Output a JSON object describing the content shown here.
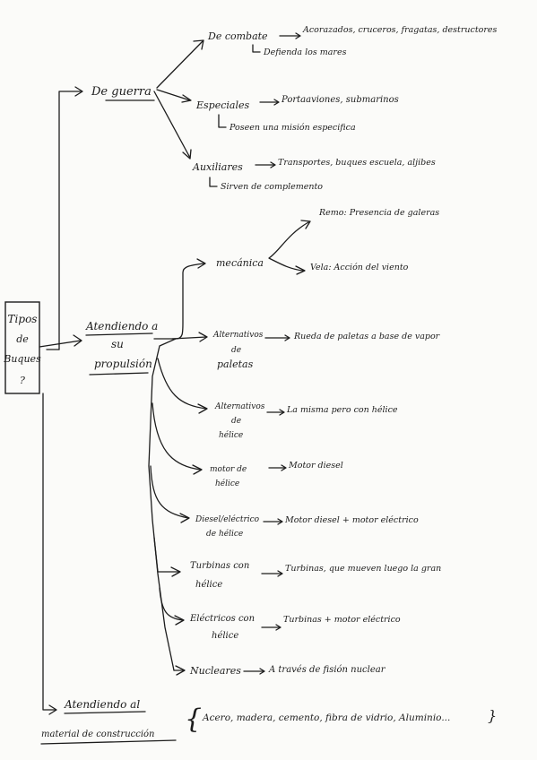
{
  "root": {
    "lines": [
      "Tipos",
      "de",
      "Buques",
      "?"
    ]
  },
  "branches": [
    {
      "label_lines": [
        "De guerra"
      ],
      "children": [
        {
          "label": "De combate",
          "detail": "Acorazados, cruceros, fragatas, destructores",
          "note": "Defienda los mares"
        },
        {
          "label": "Especiales",
          "detail": "Portaaviones, submarinos",
          "note": "Poseen una misión especifica"
        },
        {
          "label": "Auxiliares",
          "detail": "Transportes, buques escuela, aljibes",
          "note": "Sirven de complemento"
        }
      ]
    },
    {
      "label_lines": [
        "Atendiendo a",
        "su",
        "propulsión"
      ],
      "mecanica": {
        "label": "mecánica",
        "items": [
          "Remo: Presencia de galeras",
          "Vela: Acción del viento"
        ]
      },
      "children": [
        {
          "label_lines": [
            "Alternativos",
            "de",
            "paletas"
          ],
          "detail": "Rueda de paletas a base de vapor"
        },
        {
          "label_lines": [
            "Alternativos",
            "de",
            "hélice"
          ],
          "detail": "La misma pero con hélice"
        },
        {
          "label_lines": [
            "motor de",
            "hélice"
          ],
          "detail": "Motor diesel"
        },
        {
          "label_lines": [
            "Diesel/eléctrico",
            "de hélice"
          ],
          "detail": "Motor diesel + motor eléctrico"
        },
        {
          "label_lines": [
            "Turbinas con",
            "hélice"
          ],
          "detail": "Turbinas, que mueven luego la gran"
        },
        {
          "label_lines": [
            "Eléctricos con",
            "hélice"
          ],
          "detail": "Turbinas + motor eléctrico"
        },
        {
          "label_lines": [
            "Nucleares"
          ],
          "detail": "A través de fisión nuclear"
        }
      ]
    },
    {
      "label_lines": [
        "Atendiendo al",
        "material de construcción"
      ],
      "detail": "Acero, madera, cemento, fibra de vidrio, Aluminio..."
    }
  ]
}
